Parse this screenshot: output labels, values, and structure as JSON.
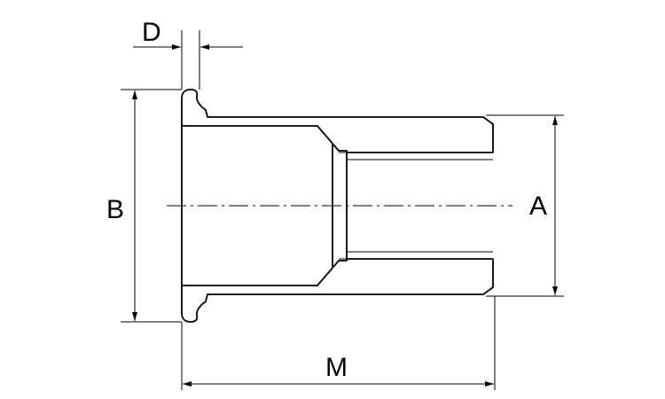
{
  "diagram": {
    "dimensions": {
      "A": "A",
      "B": "B",
      "D": "D",
      "M": "M"
    },
    "colors": {
      "line": "#000000",
      "background": "#ffffff"
    }
  }
}
